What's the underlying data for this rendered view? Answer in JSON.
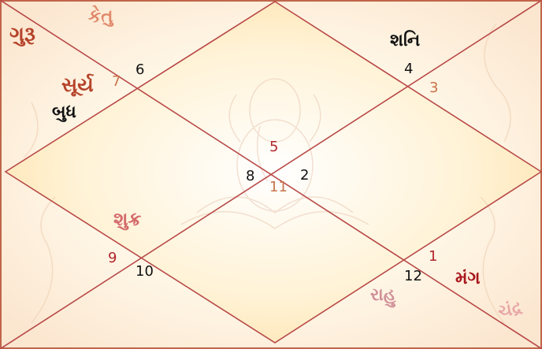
{
  "colors": {
    "background_outer": "#fbe6cf",
    "background_inner": "#fff9ec",
    "diamond_fill": "#ffe2a6",
    "line": "#b84a48",
    "number_dark": "#111111",
    "number_orange": "#c8734a",
    "number_red": "#b0252a"
  },
  "houses": [
    {
      "text": "6",
      "color": "number_dark"
    },
    {
      "text": "7",
      "color": "number_orange"
    },
    {
      "text": "4",
      "color": "number_dark"
    },
    {
      "text": "3",
      "color": "number_orange"
    },
    {
      "text": "5",
      "color": "number_red"
    },
    {
      "text": "8",
      "color": "number_dark"
    },
    {
      "text": "2",
      "color": "number_dark"
    },
    {
      "text": "11",
      "color": "number_orange"
    },
    {
      "text": "9",
      "color": "number_red"
    },
    {
      "text": "10",
      "color": "number_dark"
    },
    {
      "text": "1",
      "color": "number_red"
    },
    {
      "text": "12",
      "color": "number_dark"
    }
  ],
  "planets": [
    {
      "text": "ગુરૂ",
      "color": "#b5432a"
    },
    {
      "text": "કેતુ",
      "color": "#e0896a"
    },
    {
      "text": "સૂર્ય",
      "color": "#b5432a"
    },
    {
      "text": "બુધ",
      "color": "#111111"
    },
    {
      "text": "શનિ",
      "color": "#111111"
    },
    {
      "text": "શુક્ર",
      "color": "#d36b6b"
    },
    {
      "text": "મંગ",
      "color": "#a8161c"
    },
    {
      "text": "રાહુ",
      "color": "#d08f98"
    },
    {
      "text": "ચંદ્ર",
      "color": "#e8a8a8"
    }
  ]
}
